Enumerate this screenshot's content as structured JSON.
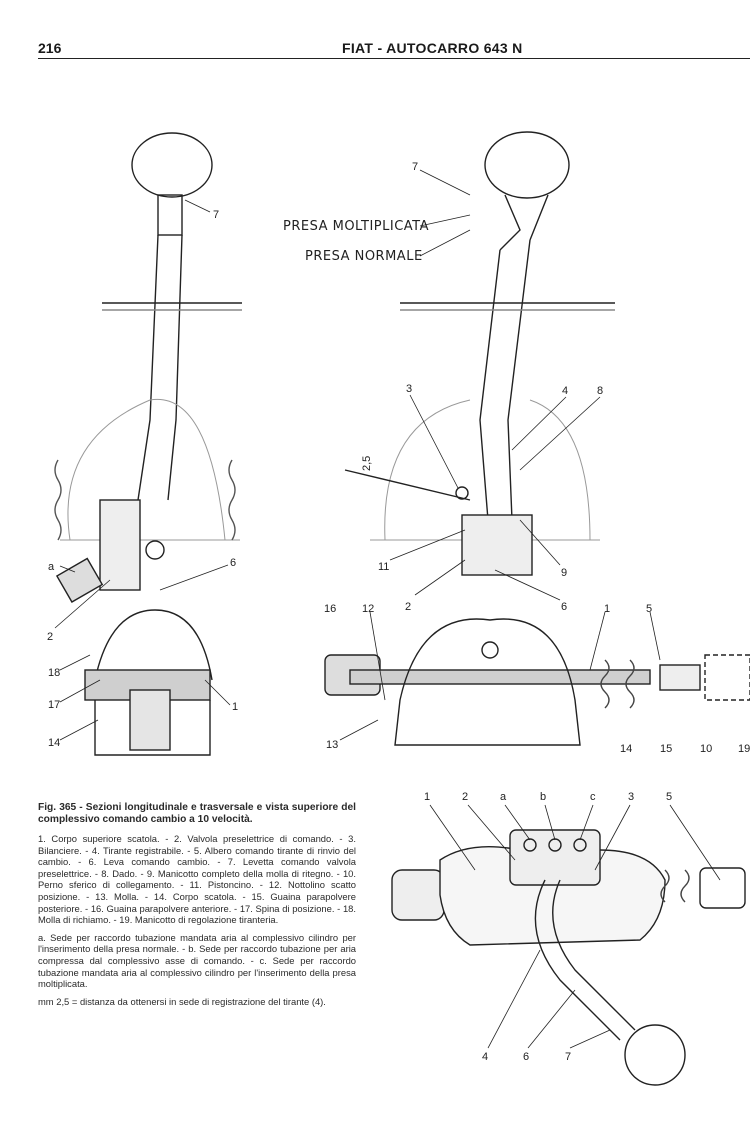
{
  "header": {
    "page_number": "216",
    "title": "FIAT - AUTOCARRO 643 N"
  },
  "figure": {
    "left_labels": [
      "7",
      "a",
      "6",
      "2",
      "18",
      "17",
      "14",
      "1"
    ],
    "right_labels": {
      "n7": "7",
      "presa_moltiplicata": "PRESA MOLTIPLICATA",
      "presa_normale": "PRESA NORMALE",
      "n3": "3",
      "n4": "4",
      "n8": "8",
      "dim": "2,5",
      "n11": "11",
      "n9": "9",
      "n2": "2",
      "n6": "6",
      "n16": "16",
      "n12": "12",
      "n1": "1",
      "n5": "5",
      "n13": "13",
      "n14": "14",
      "n15": "15",
      "n10": "10",
      "n19": "19"
    },
    "bottom_labels": [
      "1",
      "2",
      "a",
      "b",
      "c",
      "3",
      "5",
      "4",
      "6",
      "7"
    ]
  },
  "caption": {
    "title": "Fig. 365 - Sezioni longitudinale e trasversale e vista superiore del complessivo comando cambio a 10 velocità.",
    "legend": "1. Corpo superiore scatola. - 2. Valvola preselettrice di comando. - 3. Bilanciere. - 4. Tirante registrabile. - 5. Albero comando tirante di rinvio del cambio. - 6. Leva comando cambio. - 7. Levetta comando valvola preselettrice. - 8. Dado. - 9. Manicotto completo della molla di ritegno. - 10. Perno sferico di collegamento. - 11. Pistoncino. - 12. Nottolino scatto posizione. - 13. Molla. - 14. Corpo scatola. - 15. Guaina parapolvere posteriore. - 16. Guaina parapolvere anteriore. - 17. Spina di posizione. - 18. Molla di richiamo. - 19. Manicotto di regolazione tiranteria.",
    "notes": "a. Sede per raccordo tubazione mandata aria al complessivo cilindro per l'inserimento della presa normale. - b. Sede per raccordo tubazione per aria compressa dal complessivo asse di comando. - c. Sede per raccordo tubazione mandata aria al complessivo cilindro per l'inserimento della presa moltiplicata.",
    "dimension_note": "mm 2,5 = distanza da ottenersi in sede di registrazione del tirante (4)."
  }
}
